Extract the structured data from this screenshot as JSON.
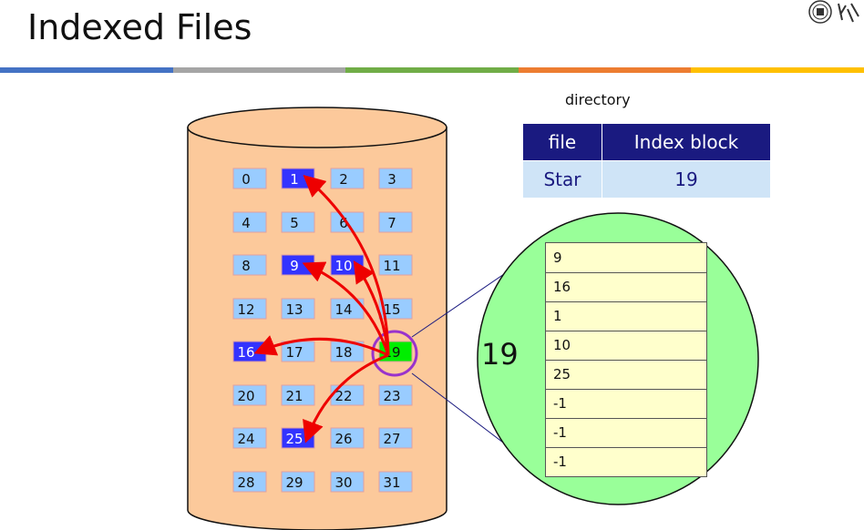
{
  "title": "Indexed Files",
  "divider_colors": [
    "#4472c4",
    "#a5a5a5",
    "#70ad47",
    "#ed7d31",
    "#ffc000"
  ],
  "disk": {
    "blocks": [
      "0",
      "1",
      "2",
      "3",
      "4",
      "5",
      "6",
      "7",
      "8",
      "9",
      "10",
      "11",
      "12",
      "13",
      "14",
      "15",
      "16",
      "17",
      "18",
      "19",
      "20",
      "21",
      "22",
      "23",
      "24",
      "25",
      "26",
      "27",
      "28",
      "29",
      "30",
      "31"
    ],
    "allocated_blocks": [
      1,
      9,
      10,
      16,
      25
    ],
    "index_block": 19,
    "colors": {
      "cylinder": "#fcc99b",
      "free_block": "#99ccff",
      "allocated_block": "#3333ff",
      "index_block": "#00ee00",
      "arrow": "#ee0000",
      "highlight_ring": "#9933cc"
    }
  },
  "directory": {
    "caption": "directory",
    "headers": [
      "file",
      "Index block"
    ],
    "rows": [
      [
        "Star",
        "19"
      ]
    ]
  },
  "index_block_view": {
    "label": "19",
    "entries": [
      "9",
      "16",
      "1",
      "10",
      "25",
      "-1",
      "-1",
      "-1"
    ],
    "circle_color": "#99ff99"
  },
  "logo": {
    "icon": "university-seal-icon"
  }
}
